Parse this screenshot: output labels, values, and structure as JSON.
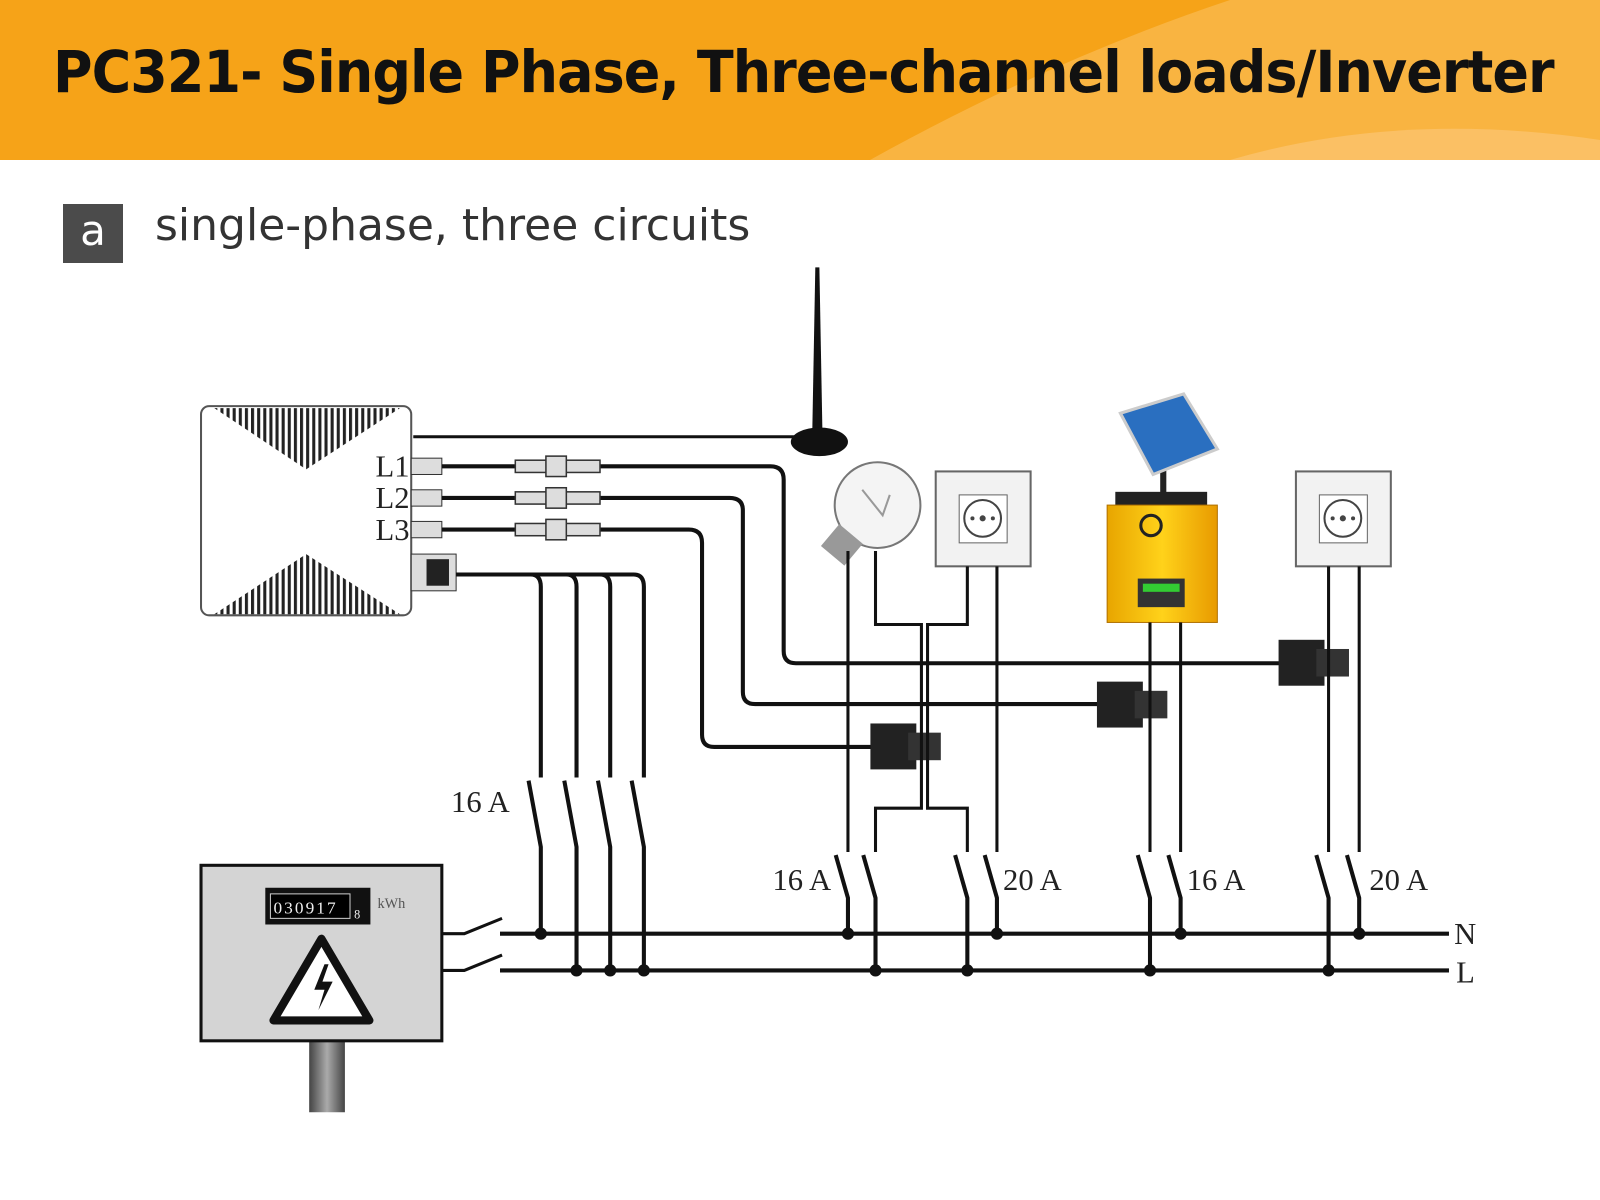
{
  "header": {
    "title": "PC321- Single Phase, Three-channel loads/Inverter",
    "color": "#f6a318"
  },
  "section": {
    "badge": "a",
    "subtitle": "single-phase, three circuits"
  },
  "diagram": {
    "channels": [
      "L1",
      "L2",
      "L3"
    ],
    "breaker_labels": {
      "supply": "16 A",
      "bulb": "16 A",
      "socket1": "20 A",
      "inverter": "16 A",
      "socket2": "20 A"
    },
    "bus_labels": {
      "neutral": "N",
      "live": "L"
    },
    "meter": {
      "reading": "030917",
      "decimal": "8",
      "unit": "kWh"
    },
    "icons": [
      "antenna-icon",
      "light-bulb-icon",
      "socket-icon",
      "solar-panel-icon",
      "inverter-icon",
      "current-clamp-icon",
      "high-voltage-warning-icon"
    ]
  }
}
